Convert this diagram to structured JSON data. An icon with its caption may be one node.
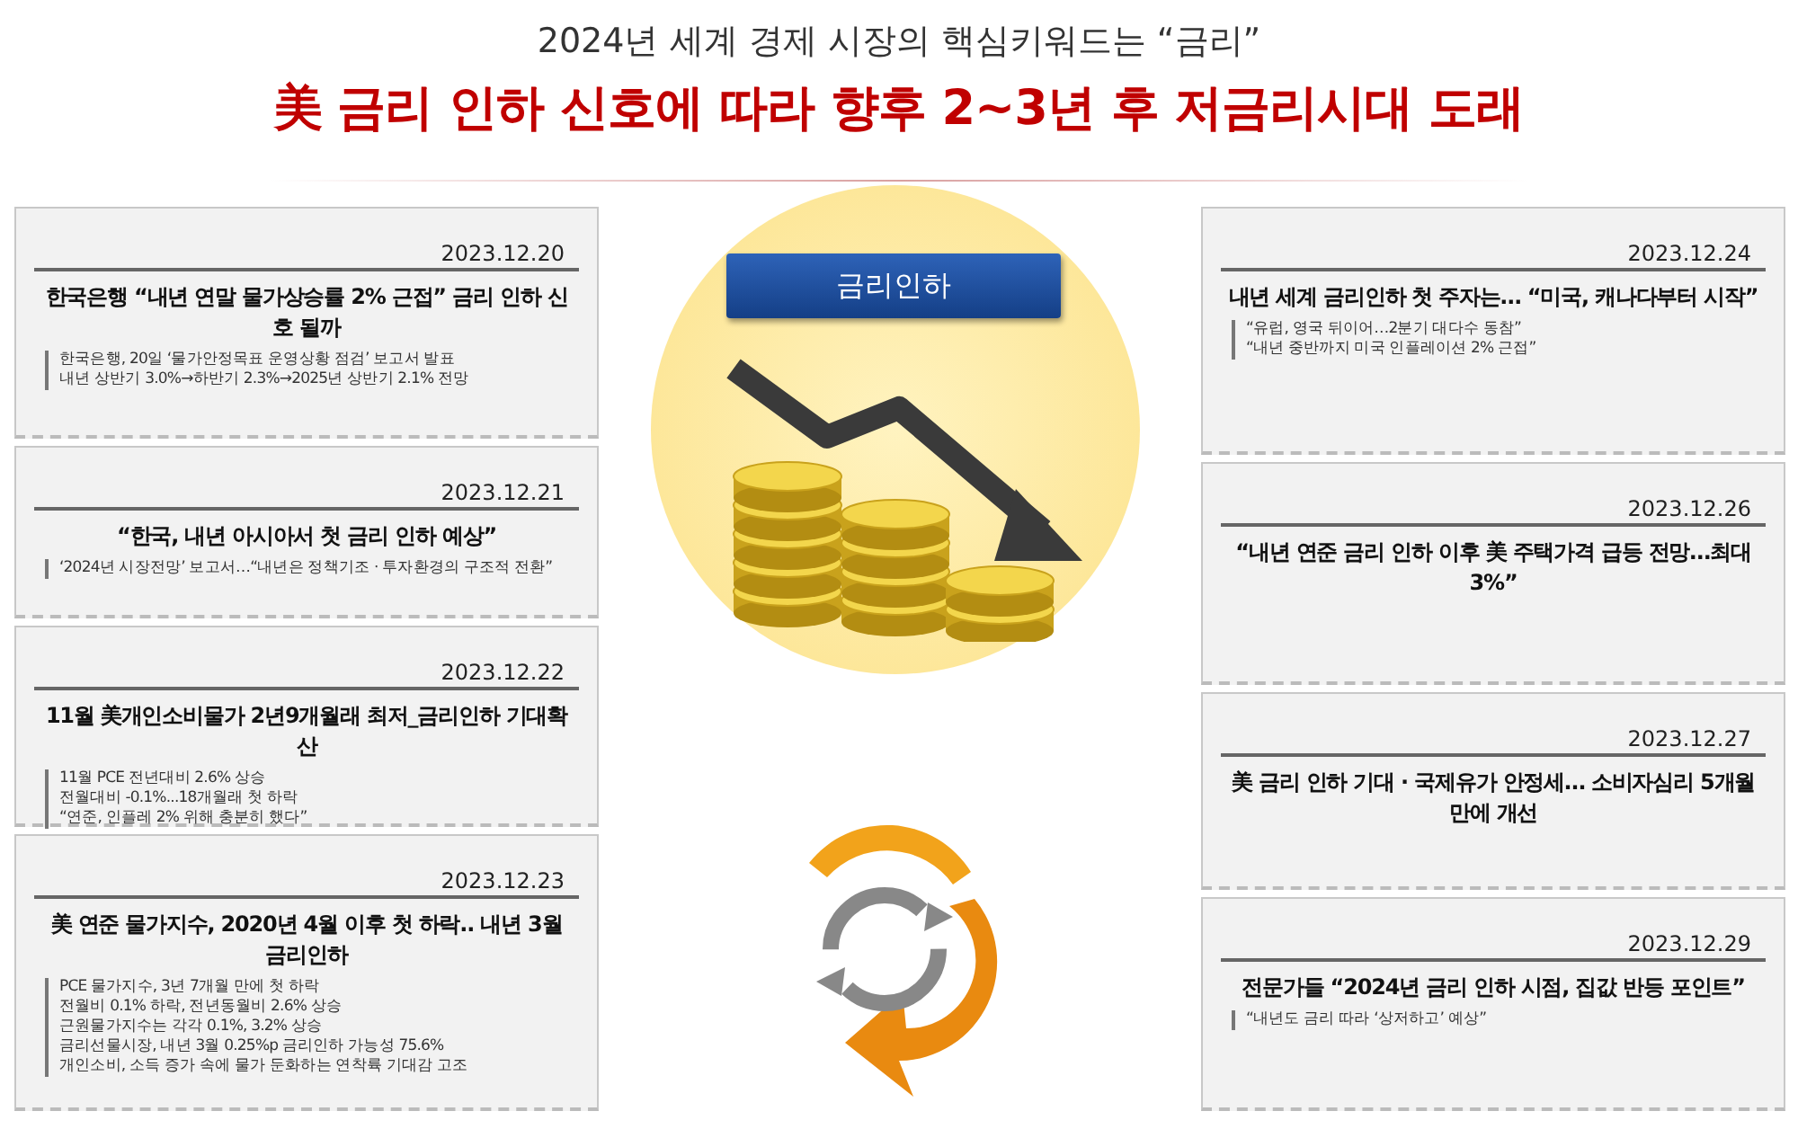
{
  "diagram": {
    "title": "美 금리 인하 신호에 따라 향후 2~3년 후 저금리시대 도래",
    "nodes": [
      {
        "text": [
          "2023.12.20",
          "한국은행 “내년 연말 물가상승률 2% 근접” **금리 인하 신호** 될까",
          "한국은행, 20일 ‘물가안정목표 운영상황 점검’ 보고서 발표",
          "내년 상반기 3.0%→하반기 2.3%→2025년 상반기 2.1% 전망"
        ]
      },
      {
        "text": [
          "2023.12.21",
          "**“한국, 내년 아시아서 첫 금리 인하 예상”**",
          "‘2024년 시장전망’ 보고서…“내년은 정책기조 · 투자환경의 구조적 전환”"
        ]
      },
      {
        "text": [
          "2023.12.22",
          "11월 美개인소비물가 2년9개월래 최저_**금리인하 기대확산**",
          "11월 PCE 전년대비 2.6% 상승",
          "전월대비 -0.1%...18개월래 첫 하락",
          "“연준, 인플레 2% 위해 충분히 했다”"
        ]
      },
      {
        "text": [
          "2023.12.23",
          "美 연준 물가지수, 2020년 4월 이후 첫 하락.. **내년 3월 금리인하**",
          "PCE 물가지수, 3년 7개월 만에 첫 하락",
          "전월비 0.1% 하락, 전년동월비 2.6% 상승",
          "근원물가지수는 각각 0.1%, 3.2% 상승",
          "금리선물시장, 내년 3월 0.25%p 금리인하 가능성 75.6%",
          "개인소비, 소득 증가 속에 물가 둔화하는 연착륙 기대감 고조"
        ]
      },
      {
        "text": [
          "금리인하"
        ]
      },
      {
        "text": [
          "2023.12.24",
          "내년 세계 **금리인하 첫 주자는… “미국, 캐나다부터 시작”**",
          "“유럽, 영국 뒤이어…2분기 대다수 동참”",
          "“내년 중반까지 미국 인플레이션 2% 근접”"
        ]
      },
      {
        "text": [
          "2023.12.26",
          "“내년 연준 **금리 인하** 이후 美 주택가격 급등 전망…최대 3%”"
        ]
      },
      {
        "text": [
          "2023.12.27",
          "美 **금리 인하** 기대 · 국제유가 안정세… 소비자심리 5개월 만에 개선"
        ]
      },
      {
        "text": [
          "2023.12.29",
          "전문가들 **“2024년 금리 인하 시점, 집값 반등 포인트”**",
          "“내년도 금리 따라 ‘상저하고’ 예상”"
        ]
      }
    ],
    "labels": [
      "2024년 세계 경제 시장의 핵심키워드는 “금리”"
    ]
  }
}
